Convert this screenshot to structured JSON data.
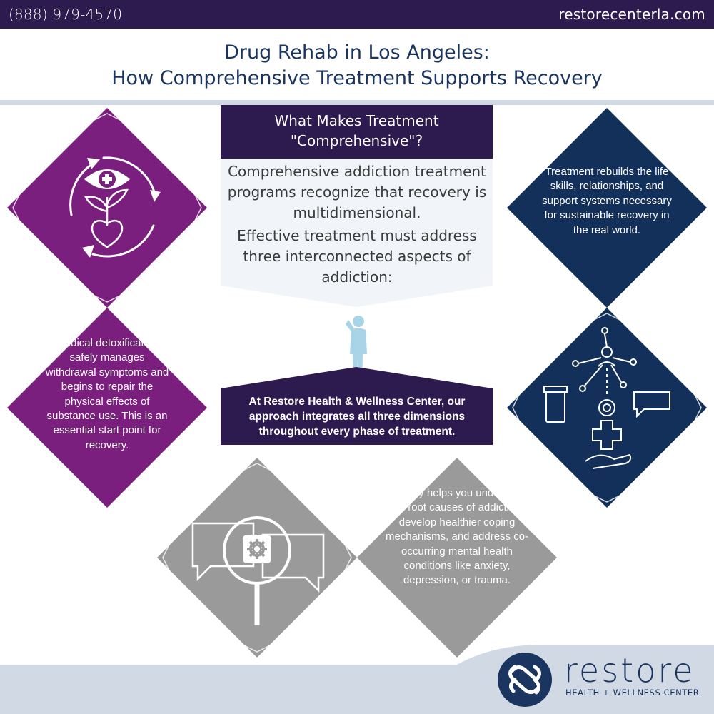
{
  "header": {
    "phone": "(888) 979-4570",
    "website": "restorecenterla.com"
  },
  "title": {
    "line1": "Drug Rehab in Los Angeles:",
    "line2": "How Comprehensive Treatment Supports Recovery"
  },
  "center": {
    "heading_line1": "What Makes Treatment",
    "heading_line2": "\"Comprehensive\"?",
    "para1": "Comprehensive addiction treatment programs recognize that recovery is multidimensional.",
    "para2": "Effective treatment must address three interconnected aspects of addiction:",
    "banner": "At Restore Health & Wellness Center, our approach integrates all three dimensions throughout every phase of treatment."
  },
  "cards": {
    "medical": "Medical detoxification safely manages withdrawal symptoms and begins to repair the physical effects of substance use. This is an essential start point for recovery.",
    "life_skills": "Treatment rebuilds the life skills, relationships, and support systems necessary for sustainable recovery in the real world.",
    "therapy": "Therapy helps you understand the root causes of addiction, develop healthier coping mechanisms, and address co-occurring mental health conditions like anxiety, depression, or trauma."
  },
  "icons": {
    "eye_plant": "eye-heart-plant-icon",
    "network": "network-people-icon",
    "magnifier": "magnifier-chat-icon",
    "person": "thinking-person-icon",
    "logo": "restore-logo-icon"
  },
  "logo": {
    "wordmark": "restore",
    "tagline": "HEALTH + WELLNESS CENTER"
  },
  "colors": {
    "purple_dark": "#2d1a4e",
    "magenta": "#7b1f7e",
    "navy": "#13305a",
    "gray": "#9a9a9a",
    "light_blue": "#a9d3e6",
    "footer_gray": "#d0d9e4"
  }
}
